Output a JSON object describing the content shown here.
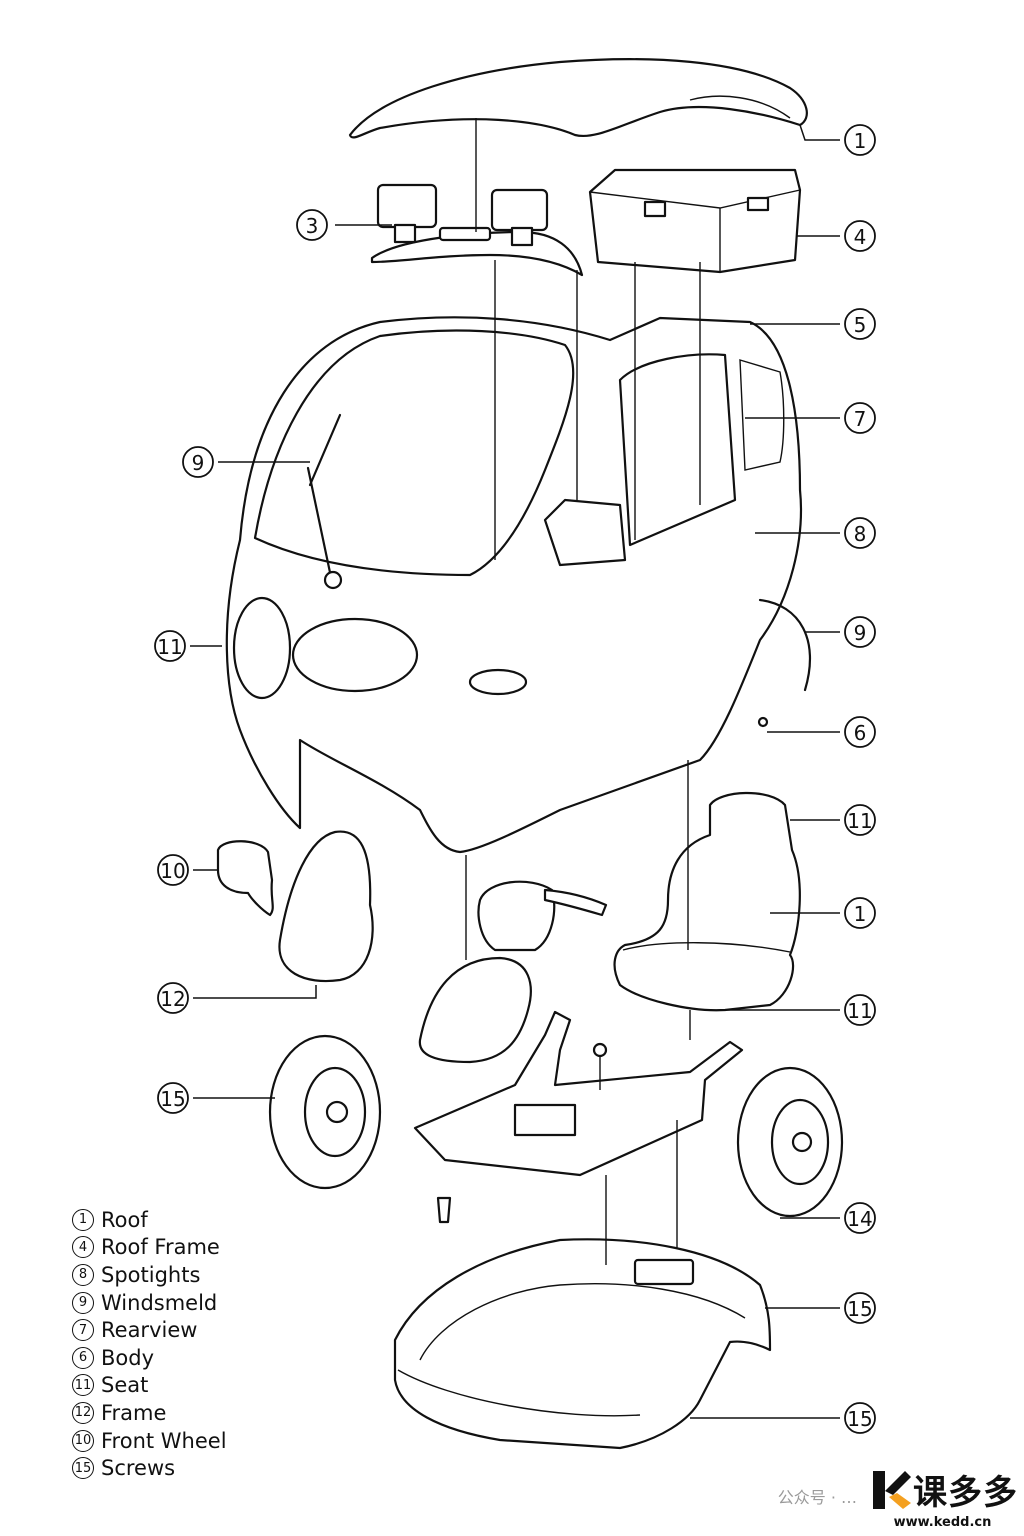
{
  "callouts": [
    {
      "id": "c1",
      "num": "1"
    },
    {
      "id": "c3",
      "num": "3"
    },
    {
      "id": "c4",
      "num": "4"
    },
    {
      "id": "c5",
      "num": "5"
    },
    {
      "id": "c7",
      "num": "7"
    },
    {
      "id": "c9a",
      "num": "9"
    },
    {
      "id": "c8",
      "num": "8"
    },
    {
      "id": "c11a",
      "num": "11"
    },
    {
      "id": "c9b",
      "num": "9"
    },
    {
      "id": "c6",
      "num": "6"
    },
    {
      "id": "c10",
      "num": "10"
    },
    {
      "id": "c11b",
      "num": "11"
    },
    {
      "id": "c1b",
      "num": "1"
    },
    {
      "id": "c12",
      "num": "12"
    },
    {
      "id": "c11c",
      "num": "11"
    },
    {
      "id": "c15a",
      "num": "15"
    },
    {
      "id": "c14",
      "num": "14"
    },
    {
      "id": "c15b",
      "num": "15"
    },
    {
      "id": "c15c",
      "num": "15"
    }
  ],
  "legend": [
    {
      "num": "1",
      "label": "Roof"
    },
    {
      "num": "4",
      "label": "Roof Frame"
    },
    {
      "num": "8",
      "label": "Spotights"
    },
    {
      "num": "9",
      "label": "Windsmeld"
    },
    {
      "num": "7",
      "label": "Rearview"
    },
    {
      "num": "6",
      "label": "Body"
    },
    {
      "num": "11",
      "label": "Seat"
    },
    {
      "num": "12",
      "label": "Frame"
    },
    {
      "num": "10",
      "label": "Front Wheel"
    },
    {
      "num": "15",
      "label": "Screws"
    }
  ],
  "watermark": {
    "account": "公众号 · …",
    "brand": "课多多",
    "url": "www.kedd.cn"
  }
}
